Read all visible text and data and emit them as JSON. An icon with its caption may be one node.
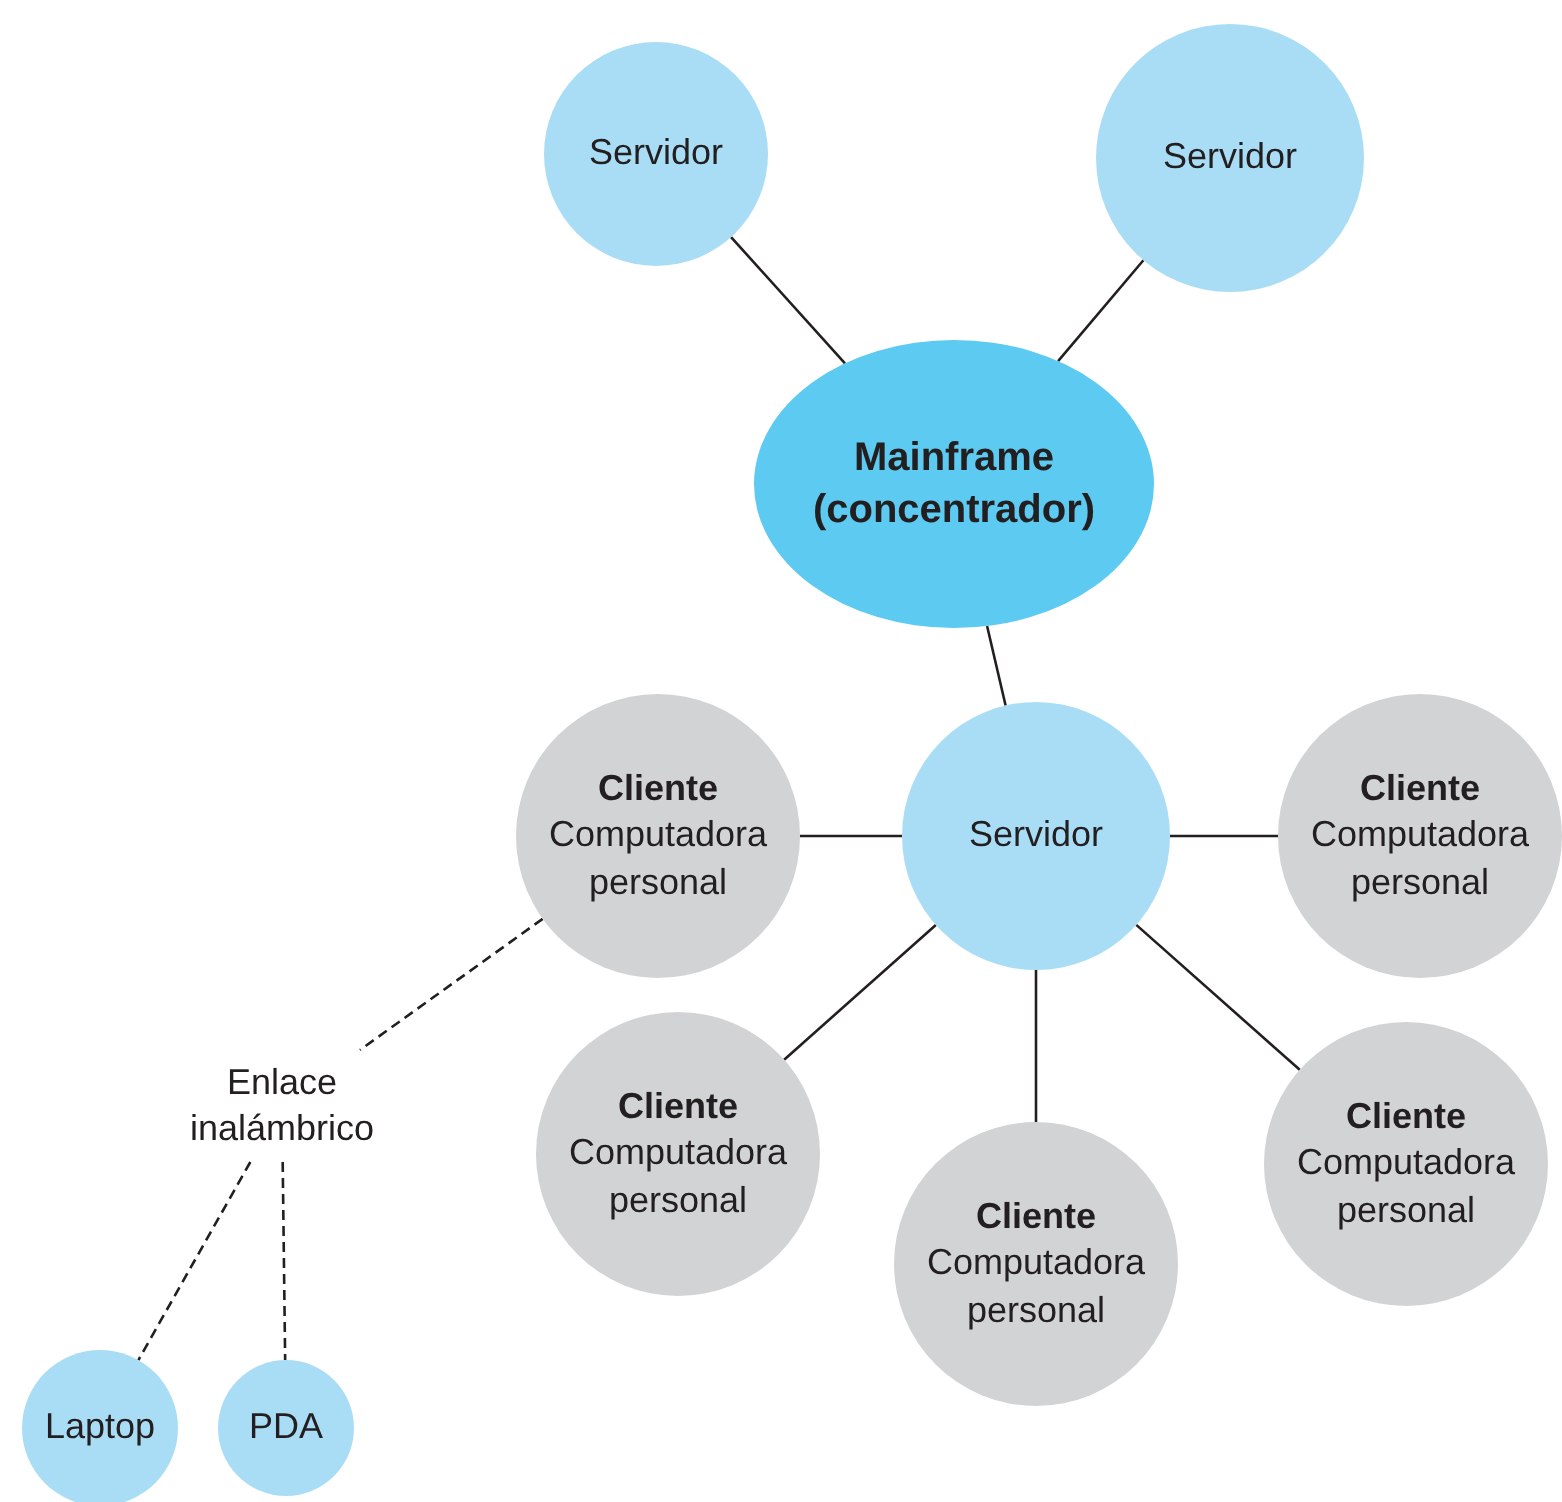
{
  "diagram": {
    "nodes": [
      {
        "text": [
          "Servidor"
        ]
      },
      {
        "text": [
          "Servidor"
        ]
      },
      {
        "text": [
          "Mainframe (concentrador)"
        ]
      },
      {
        "text": [
          "Cliente",
          "Computadora personal"
        ]
      },
      {
        "text": [
          "Servidor"
        ]
      },
      {
        "text": [
          "Cliente",
          "Computadora personal"
        ]
      },
      {
        "text": [
          "Cliente",
          "Computadora personal"
        ]
      },
      {
        "text": [
          "Cliente",
          "Computadora personal"
        ]
      },
      {
        "text": [
          "Cliente",
          "Computadora personal"
        ]
      },
      {
        "text": [
          "Enlace inalámbrico"
        ]
      },
      {
        "text": [
          "Laptop"
        ]
      },
      {
        "text": [
          "PDA"
        ]
      }
    ],
    "edges": [
      {
        "from": 0,
        "to": 2,
        "arrow": "none"
      },
      {
        "from": 1,
        "to": 2,
        "arrow": "none"
      },
      {
        "from": 2,
        "to": 4,
        "arrow": "none"
      },
      {
        "from": 4,
        "to": 3,
        "arrow": "none"
      },
      {
        "from": 4,
        "to": 5,
        "arrow": "none"
      },
      {
        "from": 4,
        "to": 6,
        "arrow": "none"
      },
      {
        "from": 4,
        "to": 7,
        "arrow": "none"
      },
      {
        "from": 4,
        "to": 8,
        "arrow": "none"
      },
      {
        "from": 3,
        "to": 9,
        "arrow": "none",
        "style": "dashed"
      },
      {
        "from": 9,
        "to": 10,
        "arrow": "none",
        "style": "dashed"
      },
      {
        "from": 9,
        "to": 11,
        "arrow": "none",
        "style": "dashed"
      }
    ]
  }
}
